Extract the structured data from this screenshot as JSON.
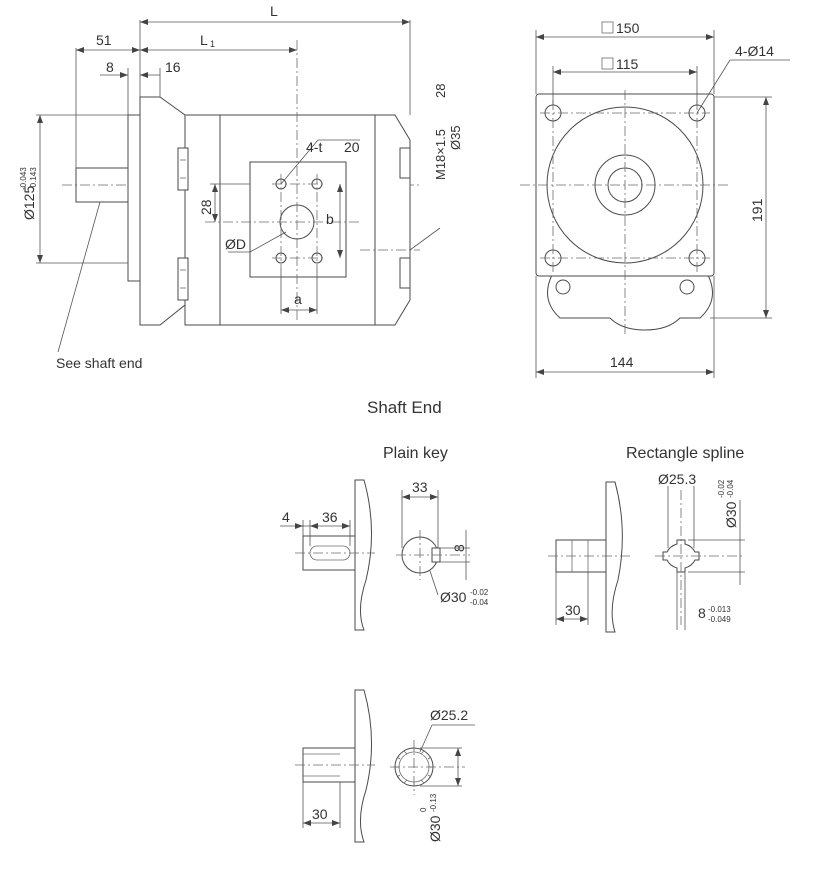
{
  "side_view": {
    "L": "L",
    "L1_main": "L",
    "L1_sub": "1",
    "d51": "51",
    "d8": "8",
    "d16": "16",
    "d4t": "4-t",
    "d20": "20",
    "d28": "28",
    "dia125": "Ø125",
    "dia125_upper": "-0.043",
    "dia125_lower": "-0.143",
    "port_d": "ØD",
    "port_b": "b",
    "port_a": "a",
    "m18": "M18×1.5",
    "m18_28": "28",
    "dia35": "Ø35",
    "see_shaft": "See shaft end"
  },
  "front_view": {
    "sq150": "150",
    "sq115": "115",
    "holes": "4-Ø14",
    "h191": "191",
    "w144": "144"
  },
  "shaft_end": {
    "title": "Shaft  End",
    "plain_key": {
      "label": "Plain key",
      "d4": "4",
      "d36": "36",
      "d33": "33",
      "d8": "8",
      "dia30": "Ø30",
      "dia30_upper": "-0.02",
      "dia30_lower": "-0.04"
    },
    "rect_spline": {
      "label": "Rectangle spline",
      "dia25_3": "Ø25.3",
      "dia30": "Ø30",
      "dia30_upper": "-0.02",
      "dia30_lower": "-0.04",
      "d30": "30",
      "d8": "8",
      "d8_upper": "-0.013",
      "d8_lower": "-0.049"
    },
    "involute": {
      "dia25_2": "Ø25.2",
      "d30": "30",
      "dia30": "Ø30",
      "dia30_upper": "0",
      "dia30_lower": "-0.13"
    }
  }
}
